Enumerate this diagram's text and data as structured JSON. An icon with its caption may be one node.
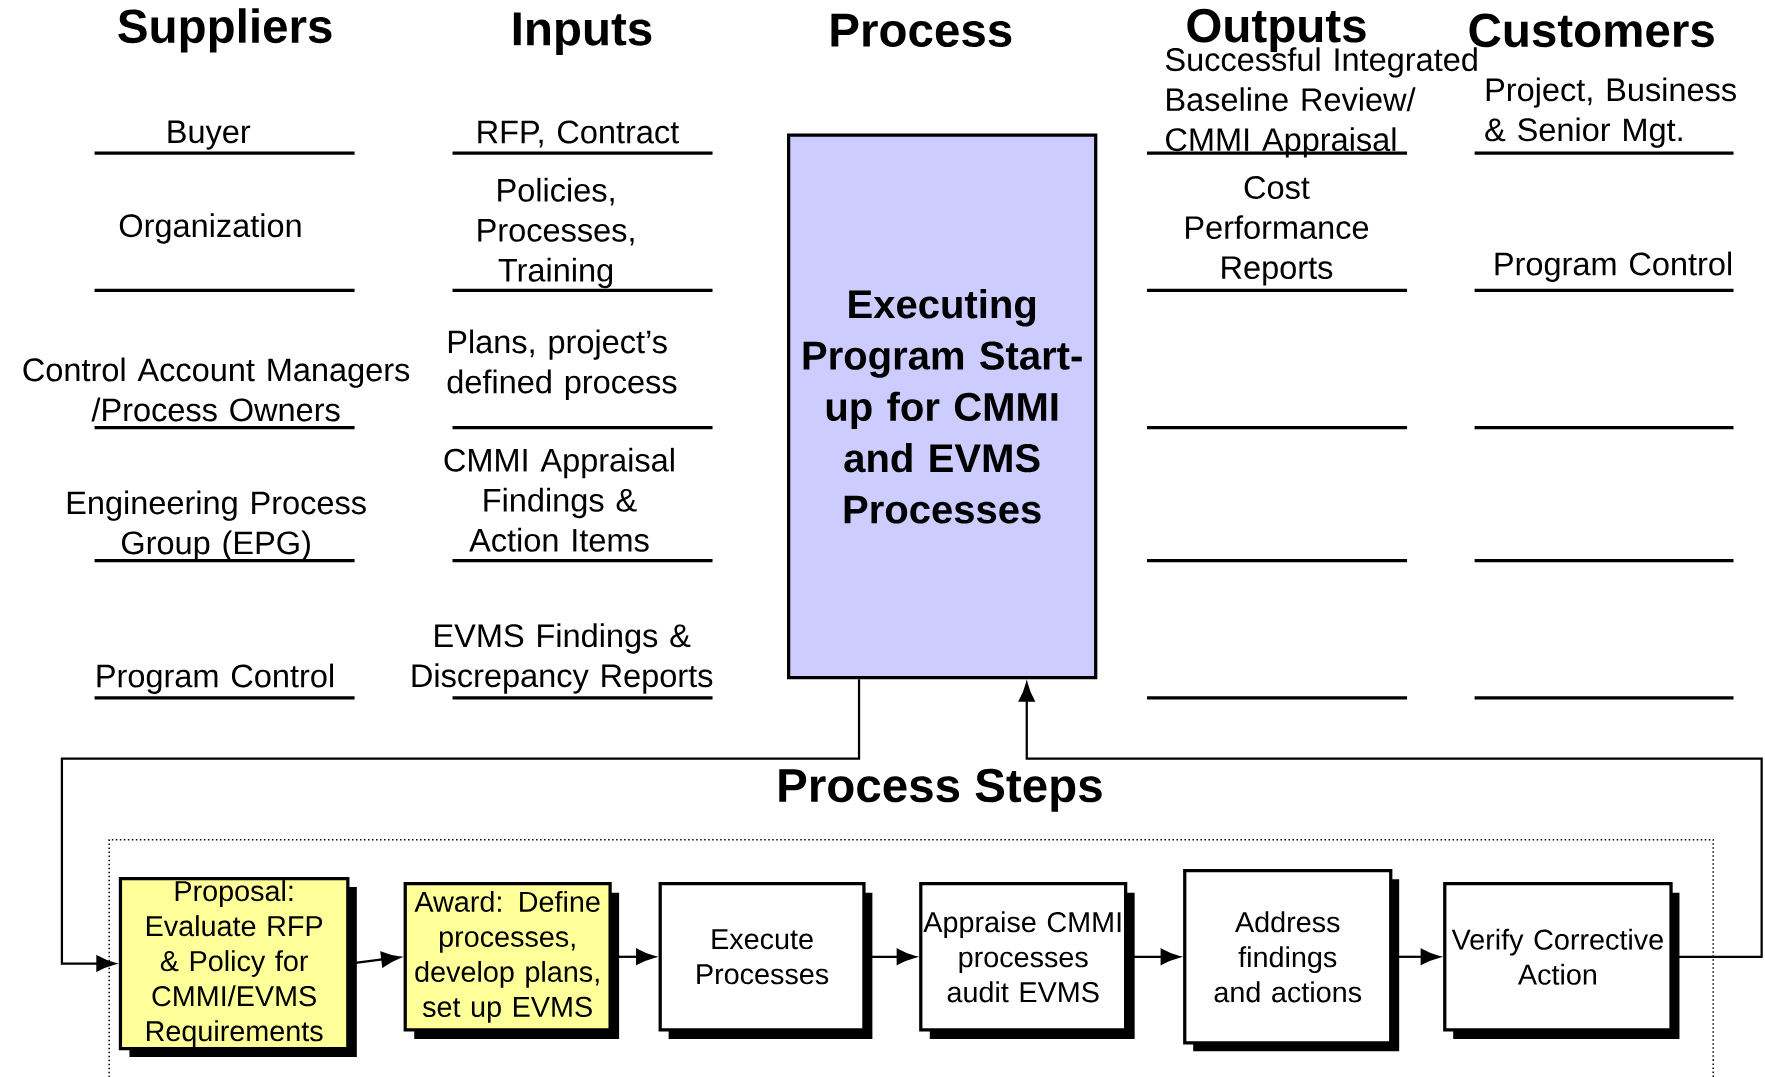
{
  "diagram": {
    "nodes": [
      {
        "text": [
          "Executing Program Start-up for CMMI and EVMS Processes"
        ]
      },
      {
        "text": [
          "Process Steps"
        ]
      },
      {
        "text": [
          "Proposal: Evaluate RFP & Policy for CMMI/EVMS Requirements"
        ],
        "in": 1
      },
      {
        "text": [
          "Award: Define processes, develop plans, set up EVMS"
        ],
        "in": 1
      },
      {
        "text": [
          "Execute Processes"
        ],
        "in": 1
      },
      {
        "text": [
          "Appraise CMMI processes audit EVMS"
        ],
        "in": 1
      },
      {
        "text": [
          "Address findings and actions"
        ],
        "in": 1
      },
      {
        "text": [
          "Verify Corrective Action"
        ],
        "in": 1
      }
    ],
    "edges": [
      {
        "from": 0,
        "to": 2,
        "arrow": "to"
      },
      {
        "from": 2,
        "to": 3,
        "arrow": "to"
      },
      {
        "from": 3,
        "to": 4,
        "arrow": "to"
      },
      {
        "from": 4,
        "to": 5,
        "arrow": "to"
      },
      {
        "from": 5,
        "to": 6,
        "arrow": "to"
      },
      {
        "from": 6,
        "to": 7,
        "arrow": "to"
      },
      {
        "from": 7,
        "to": 0,
        "arrow": "to"
      }
    ],
    "labels": [
      "Suppliers",
      "Inputs",
      "Process",
      "Outputs",
      "Customers",
      "Buyer",
      "RFP, Contract",
      "Successful Integrated Baseline Review/ CMMI Appraisal",
      "Project, Business & Senior Mgt.",
      "Organization",
      "Policies, Processes, Training",
      "Cost Performance Reports",
      "Program Control",
      "Control Account Managers /Process Owners",
      "Plans, project’s defined process",
      "Engineering Process Group (EPG)",
      "CMMI Appraisal Findings & Action Items",
      "Program Control",
      "EVMS Findings & Discrepancy Reports"
    ]
  }
}
